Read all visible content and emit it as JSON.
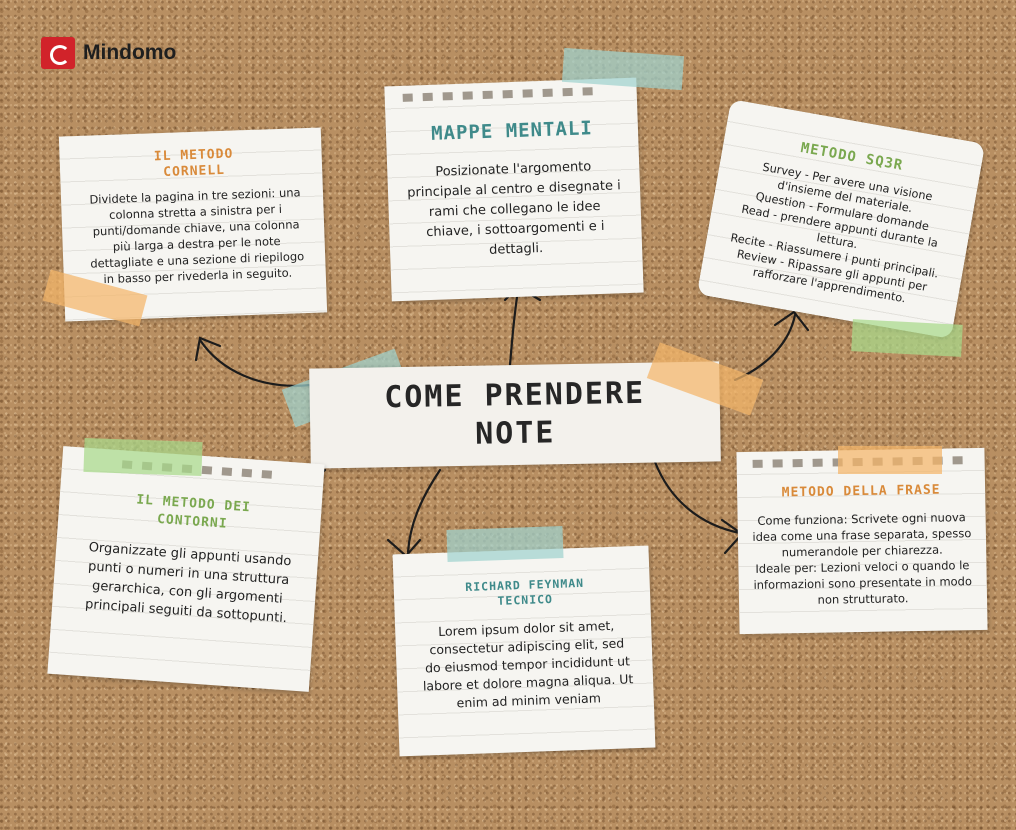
{
  "brand": {
    "name": "Mindomo",
    "icon": "mindomo-logo-icon",
    "color": "#d1232a"
  },
  "center": {
    "title": "COME PRENDERE NOTE"
  },
  "notes": {
    "cornell": {
      "title": "IL METODO CORNELL",
      "title_color": "#d98a3a",
      "body": "Dividete la pagina in tre sezioni: una colonna stretta a sinistra per i punti/domande chiave, una colonna più larga a destra per le note dettagliate e una sezione di riepilogo in basso per rivederla in seguito."
    },
    "mappe": {
      "title": "MAPPE MENTALI",
      "title_color": "#3f8a8a",
      "body": "Posizionate l'argomento principale al centro e disegnate i rami che collegano le idee chiave, i sottoargomenti e i dettagli."
    },
    "sq3r": {
      "title": "METODO SQ3R",
      "title_color": "#7aa84f",
      "body": "Survey - Per avere una visione d'insieme del materiale.\nQuestion - Formulare domande\nRead - prendere appunti durante la lettura.\nRecite - Riassumere i punti principali.\nReview - Ripassare gli appunti per rafforzare l'apprendimento."
    },
    "contorni": {
      "title": "IL METODO DEI CONTORNI",
      "title_color": "#7aa84f",
      "body": "Organizzate gli appunti usando punti o numeri in una struttura gerarchica, con gli argomenti principali seguiti da sottopunti."
    },
    "feynman": {
      "title": "RICHARD FEYNMAN TECNICO",
      "title_color": "#3f8a8a",
      "body": "Lorem ipsum dolor sit amet, consectetur adipiscing elit, sed do eiusmod tempor incididunt ut labore et dolore magna aliqua. Ut enim ad minim veniam"
    },
    "frase": {
      "title": "METODO DELLA FRASE",
      "title_color": "#d98a3a",
      "body": "Come funziona: Scrivete ogni nuova idea come una frase separata, spesso numerandole per chiarezza.\nIdeale per: Lezioni veloci o quando le informazioni sono presentate in modo non strutturato."
    }
  },
  "tape_colors": {
    "orange": "#f4b56a",
    "teal": "#9fd3cf",
    "green": "#a7d98a"
  }
}
